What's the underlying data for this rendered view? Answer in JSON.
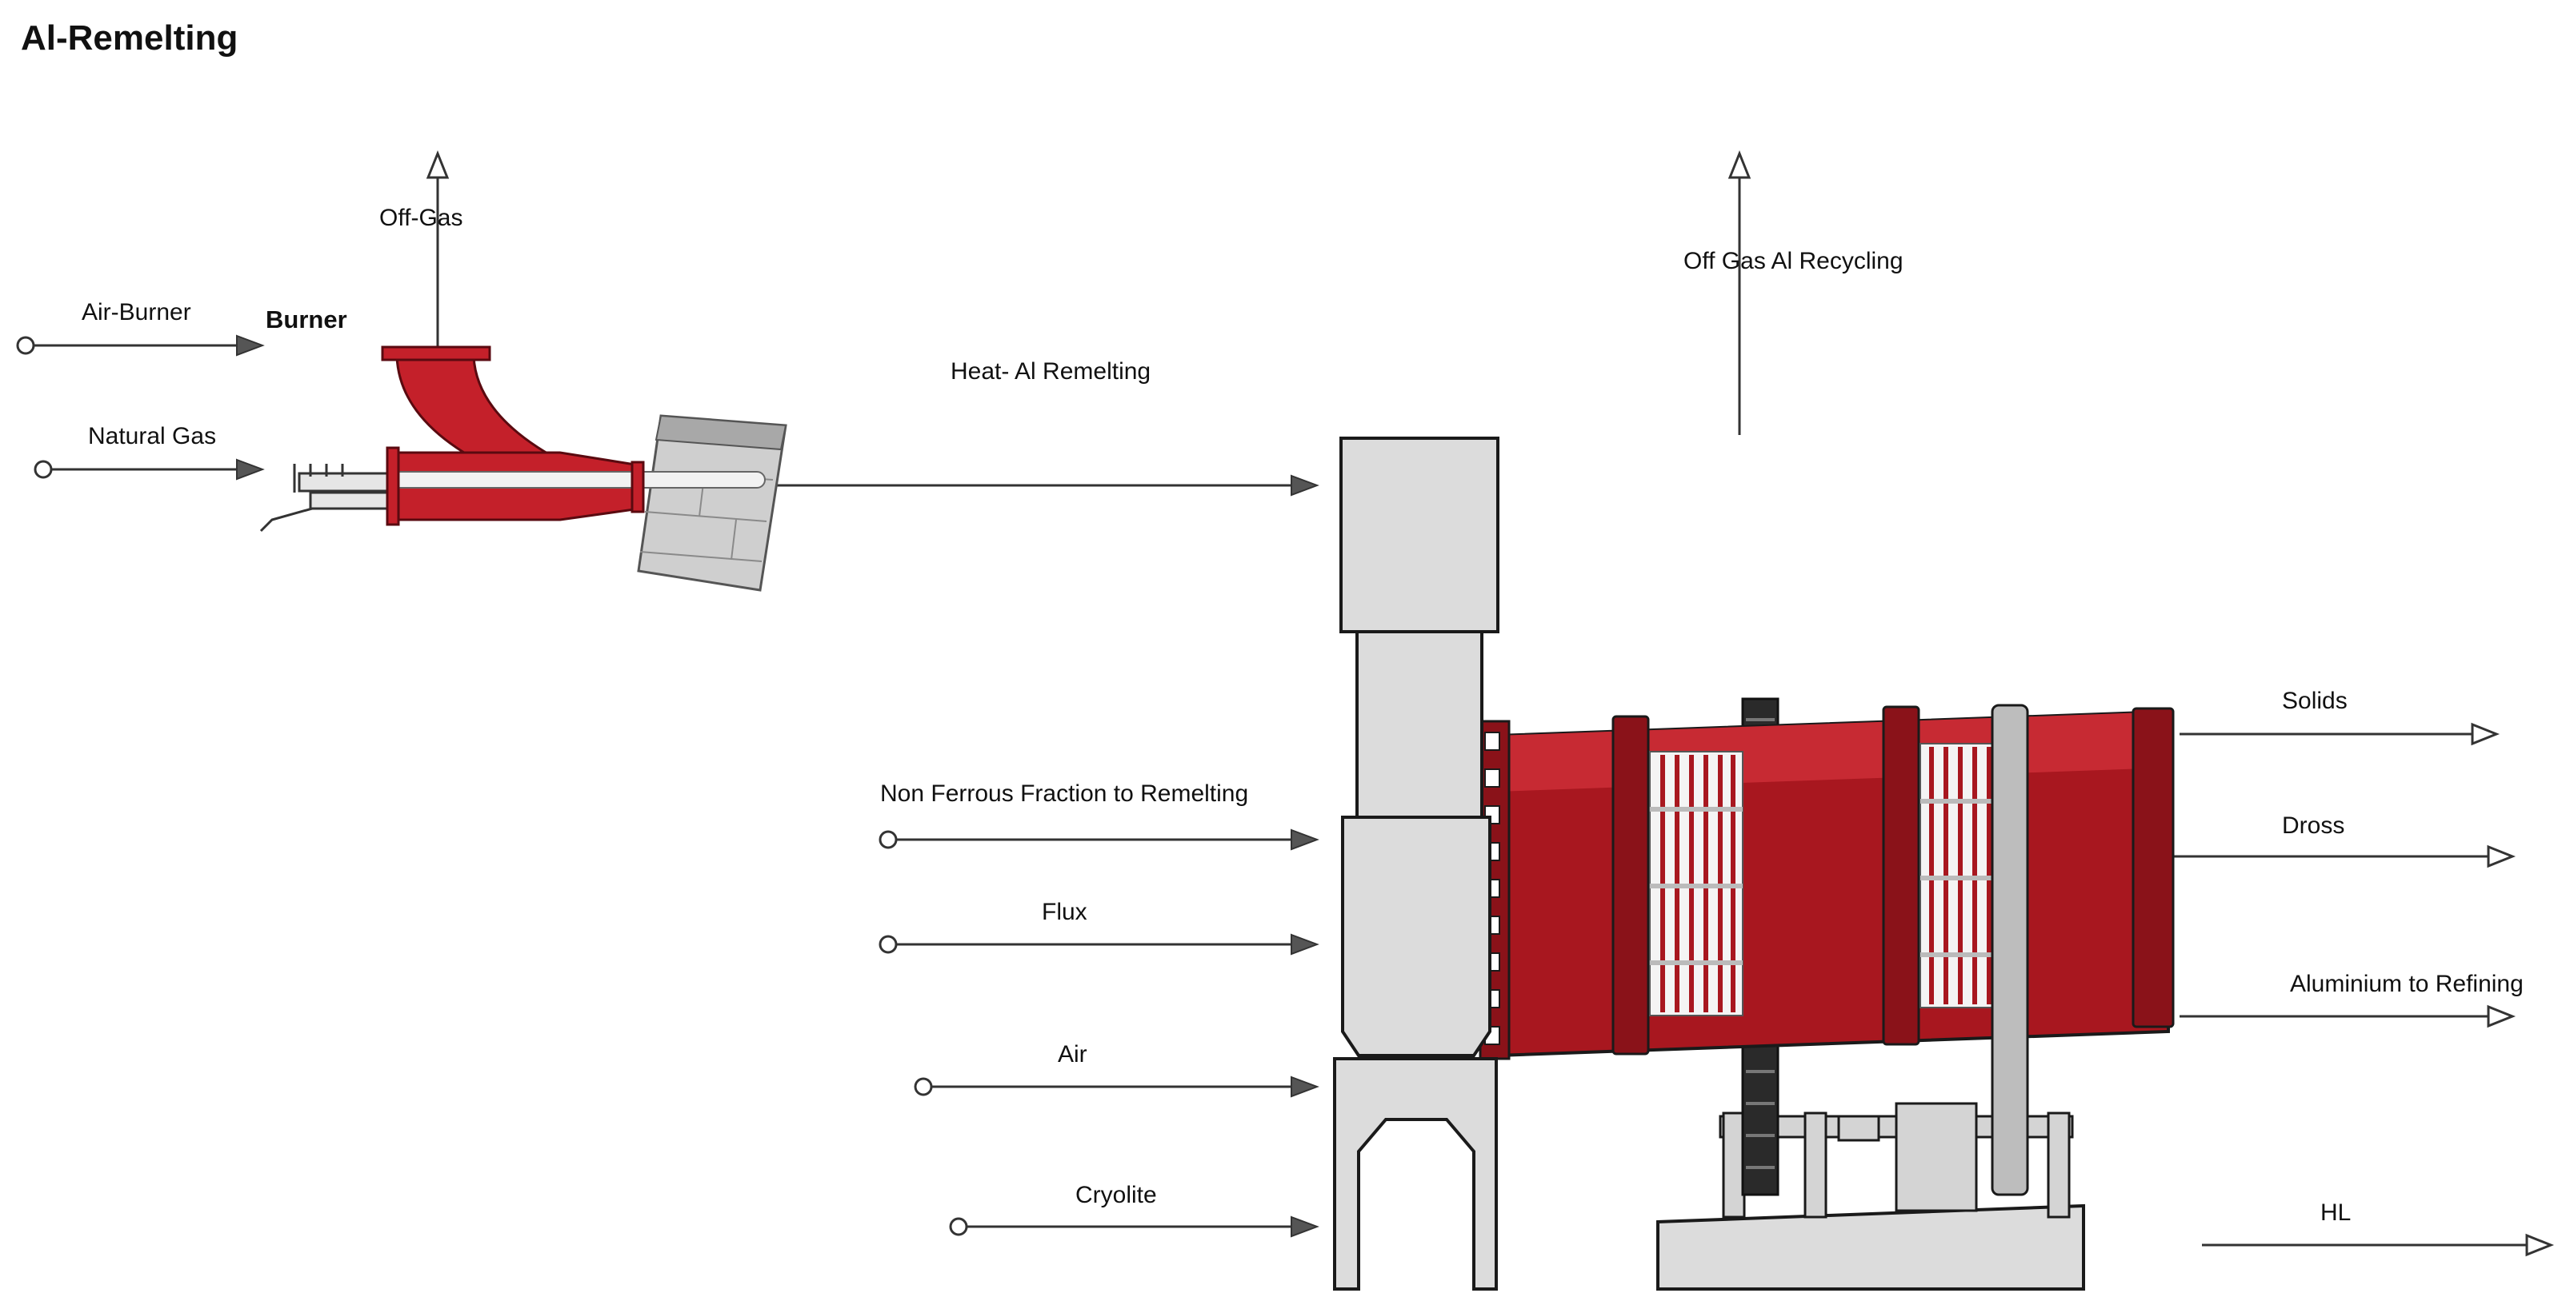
{
  "title": "Al-Remelting",
  "colors": {
    "equipment_red": "#b81c24",
    "equipment_dark_red": "#7a0f16",
    "equipment_grey": "#dcdcdc",
    "outline": "#1a1a1a",
    "stream": "#333333"
  },
  "units": {
    "burner": {
      "label": "Burner",
      "icon": "burner-icon"
    },
    "kiln": {
      "icon": "rotary-kiln-icon"
    }
  },
  "streams": {
    "off_gas": "Off-Gas",
    "air_burner": "Air-Burner",
    "natural_gas": "Natural Gas",
    "heat": "Heat- Al Remelting",
    "off_gas_recycling": "Off Gas Al Recycling",
    "non_ferrous": "Non Ferrous Fraction to Remelting",
    "flux": "Flux",
    "air": "Air",
    "cryolite": "Cryolite",
    "solids": "Solids",
    "dross": "Dross",
    "aluminium": "Aluminium to Refining",
    "hl": "HL"
  }
}
